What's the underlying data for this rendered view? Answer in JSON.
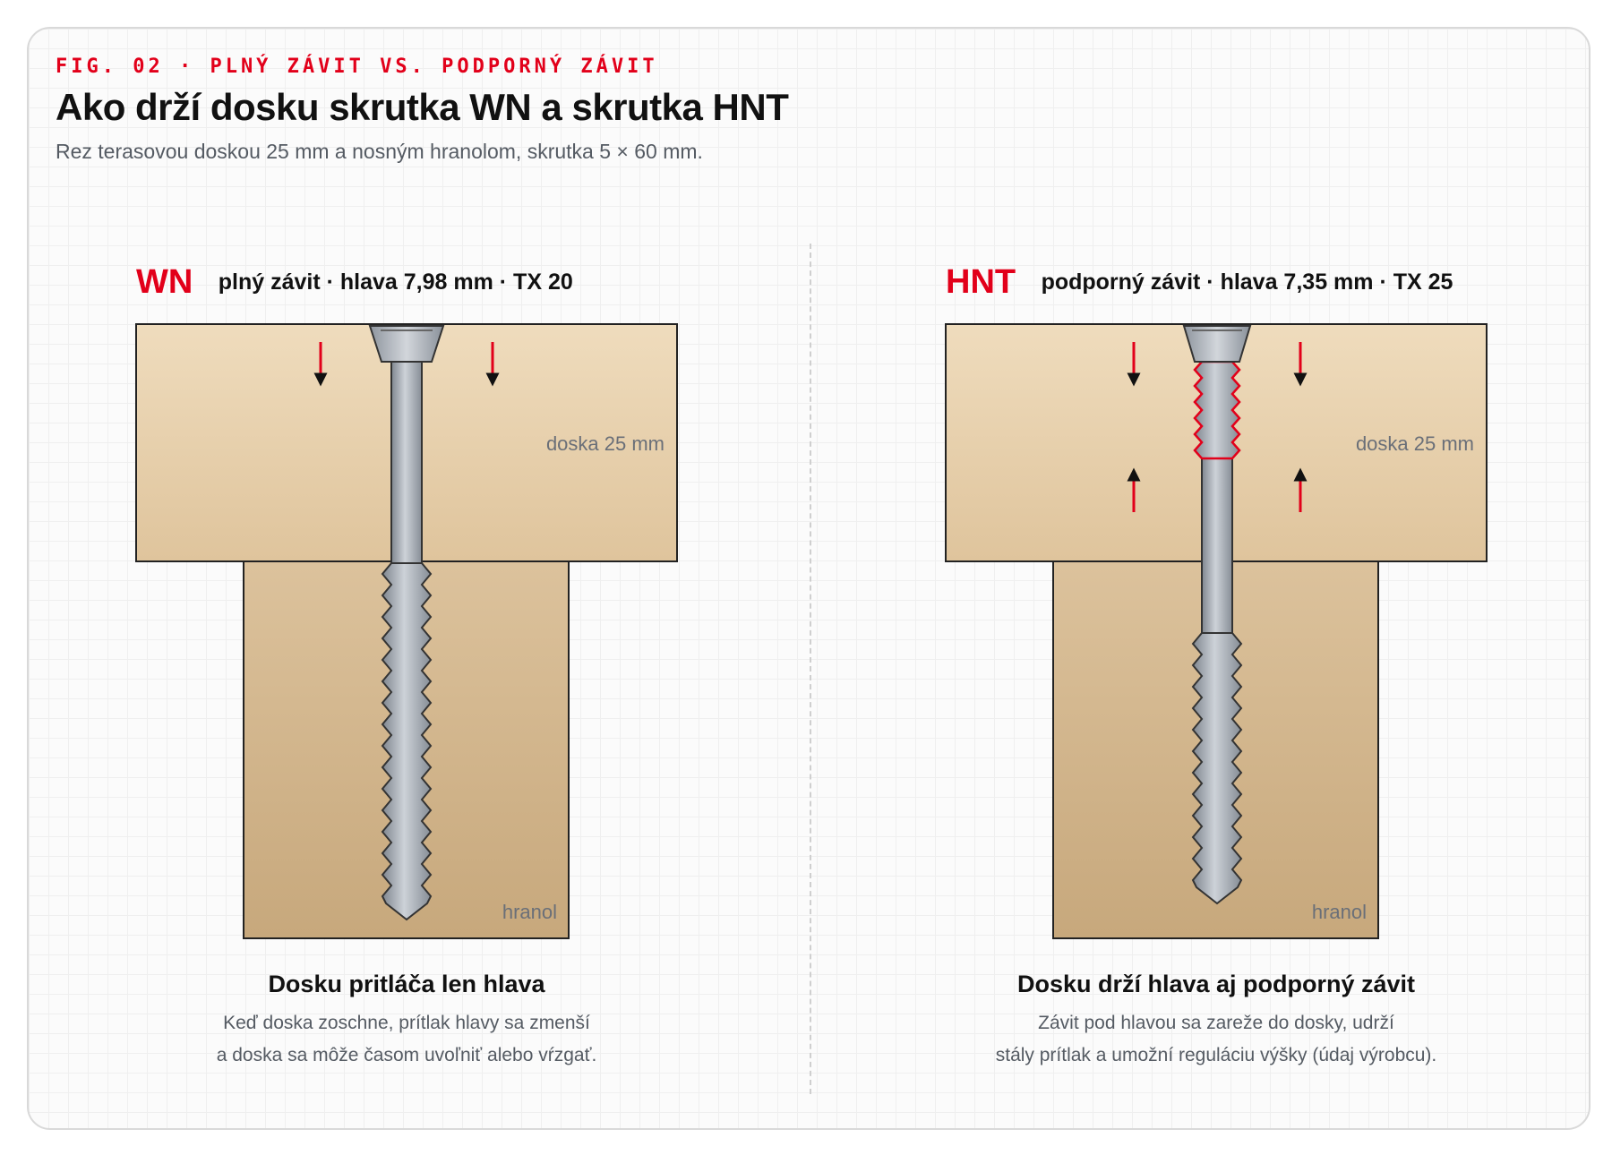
{
  "header": {
    "fig_label": "FIG. 02 · PLNÝ ZÁVIT VS. PODPORNÝ ZÁVIT",
    "title": "Ako drží dosku skrutka WN a skrutka HNT",
    "subtitle": "Rez terasovou doskou 25 mm a nosným hranolom, skrutka 5 × 60 mm."
  },
  "panels": [
    {
      "code": "WN",
      "spec": "plný závit · hlava 7,98 mm · TX 20",
      "board_label": "doska 25 mm",
      "beam_label": "hranol",
      "caption_title": "Dosku pritláča len hlava",
      "caption_lines": [
        "Keď doska zoschne, prítlak hlavy sa zmenší",
        "a doska sa môže časom uvoľniť alebo vŕzgať."
      ]
    },
    {
      "code": "HNT",
      "spec": "podporný závit · hlava 7,35 mm · TX 25",
      "board_label": "doska 25 mm",
      "beam_label": "hranol",
      "caption_title": "Dosku drží hlava aj podporný závit",
      "caption_lines": [
        "Závit pod hlavou sa zareže do dosky, udrží",
        "stály prítlak a umožní reguláciu výšky (údaj výrobcu)."
      ]
    }
  ],
  "colors": {
    "accent": "#e2001a",
    "board_top": "#efdcbd",
    "board_bottom": "#dfc49c",
    "beam_top": "#dcc29c",
    "beam_bottom": "#c7a87c",
    "steel": "#a9afb7"
  }
}
